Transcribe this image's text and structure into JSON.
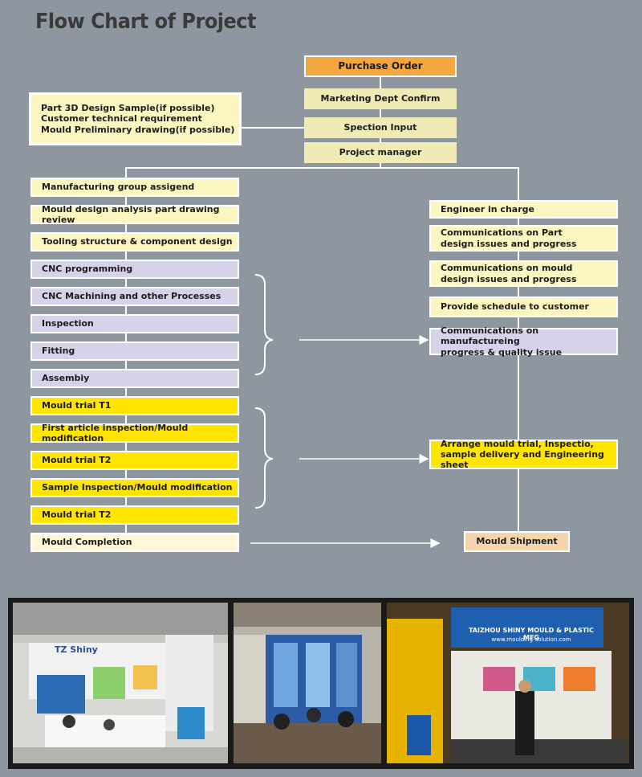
{
  "title": "Flow Chart of  Project",
  "top_chain": {
    "purchase_order": "Purchase Order",
    "marketing": "Marketing Dept Confirm",
    "spection": "Spection Input",
    "project_manager": "Project manager"
  },
  "input_box": {
    "line1": "Part 3D Design Sample(if possible)",
    "line2": "Customer technical requirement",
    "line3": "Mould Preliminary drawing(if possible)"
  },
  "left_steps": {
    "s1": "Manufacturing group assigend",
    "s2": "Mould design analysis part drawing review",
    "s3": "Tooling structure & component design",
    "s4": "CNC programming",
    "s5": "CNC Machining and other Processes",
    "s6": "Inspection",
    "s7": "Fitting",
    "s8": "Assembiy",
    "s9": "Mould trial T1",
    "s10": "First article inspection/Mould modification",
    "s11": "Mould trial T2",
    "s12": "Sample Inspection/Mould modification",
    "s13": "Mould trial T2",
    "s14": "Mould Completion"
  },
  "right_steps": {
    "r1": "Engineer in charge",
    "r2a": "Communications on Part",
    "r2b": "design issues and progress",
    "r3a": "Communications on mould",
    "r3b": "design issues and progress",
    "r4": "Provide schedule to customer",
    "r5a": "Communications on manufactureing",
    "r5b": "progress & quality issue",
    "r6a": "Arrange mould trial, Inspectio,",
    "r6b": "sample delivery and Engineering sheet",
    "r7": "Mould Shipment"
  },
  "photos": {
    "booth1_sign": "TZ Shiny",
    "booth3_sign": "TAIZHOU SHINY MOULD & PLASTIC MFG",
    "booth3_url": "www.moulding-solution.com"
  },
  "colors": {
    "background": "#8e979f",
    "orange": "#f4a640",
    "light_yellow": "#fbf6c0",
    "lavender": "#d6d2ea",
    "gold": "#ffe500",
    "peach": "#f6d5ad"
  }
}
